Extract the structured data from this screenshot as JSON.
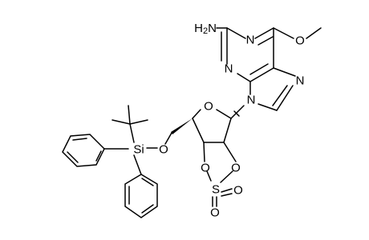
{
  "atoms": {
    "h2n": "H2N",
    "n_top": "N",
    "n_left": "N",
    "n9": "N",
    "n7": "N",
    "o_methoxy": "O",
    "o_ring": "O",
    "o_silyl": "O",
    "si": "Si",
    "o_sulfate_left": "O",
    "o_sulfate_right": "O",
    "s": "S",
    "o_s_1": "O",
    "o_s_2": "O"
  },
  "colors": {
    "bond": "#000000",
    "label": "#000000",
    "background": "#ffffff"
  }
}
